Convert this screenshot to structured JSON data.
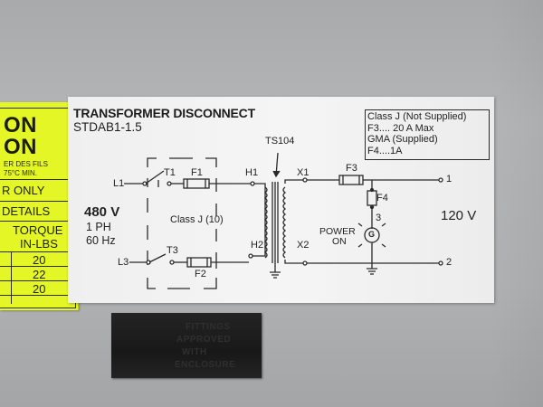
{
  "yellow_label": {
    "heading_line1": "ON",
    "heading_line2": "ON",
    "small_line1": "ER DES FILS",
    "small_line2": "75°C MIN.",
    "row1": "R ONLY",
    "row2": "DETAILS",
    "torque_header_line1": "TORQUE",
    "torque_header_line2": "IN-LBS",
    "torque_values": [
      "20",
      "22",
      "20"
    ]
  },
  "schematic_label": {
    "title": "TRANSFORMER DISCONNECT",
    "model": "STDAB1-1.5",
    "fuse_notes": [
      "Class J (Not Supplied)",
      "F3.... 20 A Max",
      "GMA (Supplied)",
      "F4....1A"
    ],
    "transformer_id": "TS104",
    "input": {
      "voltage": "480 V",
      "phase": "1 PH",
      "frequency": "60 Hz"
    },
    "output_voltage": "120 V",
    "terminals": {
      "L1": "L1",
      "L3": "L3",
      "T1": "T1",
      "T3": "T3",
      "H1": "H1",
      "H2": "H2",
      "X1": "X1",
      "X2": "X2",
      "out1": "1",
      "out2": "2",
      "node3": "3"
    },
    "fuses": {
      "F1": "F1",
      "F2": "F2",
      "F3": "F3",
      "F4": "F4"
    },
    "disconnect_class": "Class J (10)",
    "pilot_light": {
      "label_line1": "POWER",
      "label_line2": "ON",
      "color_code": "G"
    }
  },
  "black_plate": {
    "lines": [
      "FITTINGS",
      "APPROVED",
      "WITH",
      "ENCLOSURE"
    ]
  }
}
